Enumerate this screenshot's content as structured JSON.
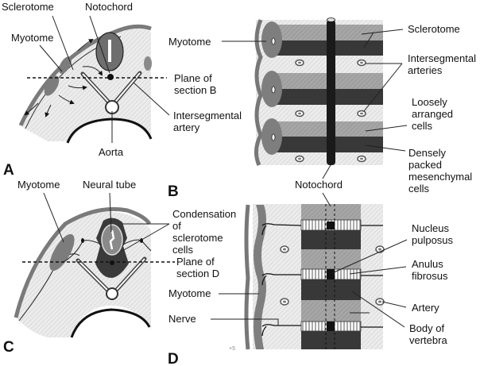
{
  "figure": {
    "panels": {
      "A": {
        "letter": "A",
        "labels": {
          "sclerotome": "Sclerotome",
          "notochord": "Notochord",
          "myotome": "Myotome",
          "plane": [
            "Plane of",
            "section B"
          ],
          "artery": [
            "Intersegmental",
            "artery"
          ],
          "aorta": "Aorta"
        }
      },
      "B": {
        "letter": "B",
        "labels": {
          "myotome": "Myotome",
          "sclerotome": "Sclerotome",
          "arteries": [
            "Intersegmental",
            "arteries"
          ],
          "loose": [
            "Loosely",
            "arranged",
            "cells"
          ],
          "dense": [
            "Densely",
            "packed",
            "mesenchymal",
            "cells"
          ],
          "notochord": "Notochord"
        }
      },
      "C": {
        "letter": "C",
        "labels": {
          "myotome": "Myotome",
          "neural_tube": "Neural tube",
          "condensation": [
            "Condensation",
            "of",
            "sclerotome",
            "cells"
          ],
          "plane": [
            "Plane of",
            "section D"
          ]
        }
      },
      "D": {
        "letter": "D",
        "labels": {
          "myotome": "Myotome",
          "nerve": "Nerve",
          "nucleus": [
            "Nucleus",
            "pulposus"
          ],
          "anulus": [
            "Anulus",
            "fibrosus"
          ],
          "artery": "Artery",
          "body": [
            "Body of",
            "vertebra"
          ],
          "footnote": "+5"
        }
      }
    },
    "colors": {
      "tissue": "#e6e6e6",
      "ectoderm": "#8a8a8a",
      "myotome": "#8c8c8c",
      "loose": "#a8a8a8",
      "dense": "#3a3a3a",
      "notochord": "#1c1c1c",
      "neural": "#7a7a7a"
    }
  }
}
